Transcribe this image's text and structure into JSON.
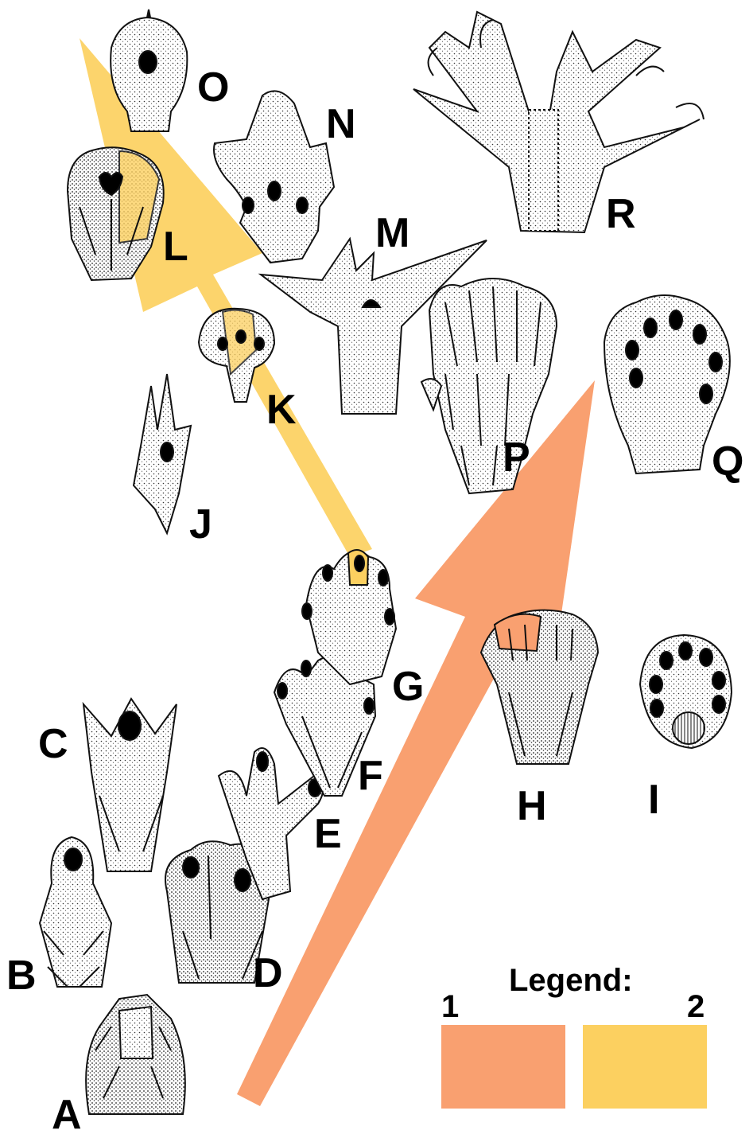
{
  "colors": {
    "arrow_1": "#f9a070",
    "arrow_2": "#fcd060",
    "ink": "#111111",
    "paper": "#ffffff"
  },
  "specimens": [
    {
      "id": "A",
      "label": "A"
    },
    {
      "id": "B",
      "label": "B"
    },
    {
      "id": "C",
      "label": "C"
    },
    {
      "id": "D",
      "label": "D"
    },
    {
      "id": "E",
      "label": "E"
    },
    {
      "id": "F",
      "label": "F"
    },
    {
      "id": "G",
      "label": "G"
    },
    {
      "id": "H",
      "label": "H"
    },
    {
      "id": "I",
      "label": "I"
    },
    {
      "id": "J",
      "label": "J"
    },
    {
      "id": "K",
      "label": "K"
    },
    {
      "id": "L",
      "label": "L"
    },
    {
      "id": "M",
      "label": "M"
    },
    {
      "id": "N",
      "label": "N"
    },
    {
      "id": "O",
      "label": "O"
    },
    {
      "id": "P",
      "label": "P"
    },
    {
      "id": "Q",
      "label": "Q"
    },
    {
      "id": "R",
      "label": "R"
    }
  ],
  "legend": {
    "title": "Legend:",
    "items": [
      {
        "number": "1",
        "color": "#f9a070"
      },
      {
        "number": "2",
        "color": "#fcd060"
      }
    ]
  }
}
